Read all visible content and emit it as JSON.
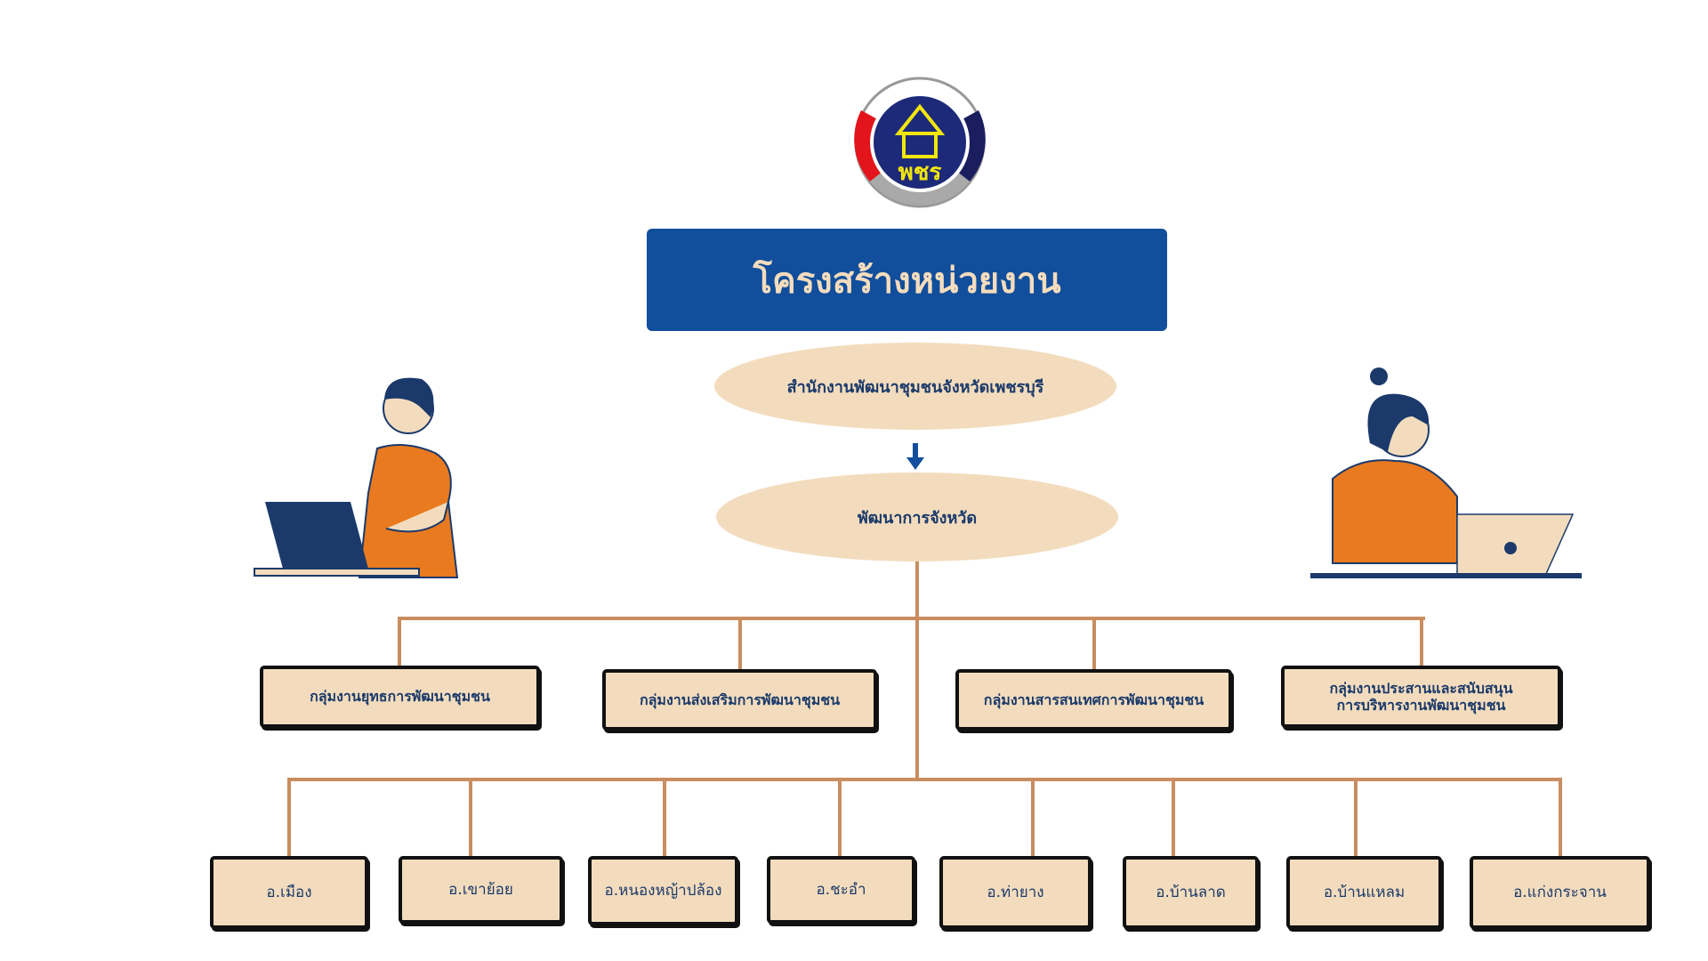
{
  "header": {
    "title": "โครงสร้างหน่วยงาน"
  },
  "nodes": {
    "office": "สำนักงานพัฒนาชุมชนจังหวัดเพชรบุรี",
    "head": "พัฒนาการจังหวัด"
  },
  "groups": [
    "กลุ่มงานยุทธการพัฒนาชุมชน",
    "กลุ่มงานส่งเสริมการพัฒนาชุมชน",
    "กลุ่มงานสารสนเทศการพัฒนาชุมชน",
    "กลุ่มงานประสานและสนับสนุน\nการบริหารงานพัฒนาชุมชน"
  ],
  "districts": [
    "อ.เมือง",
    "อ.เขาย้อย",
    "อ.หนองหญ้าปล้อง",
    "อ.ชะอำ",
    "อ.ท่ายาง",
    "อ.บ้านลาด",
    "อ.บ้านแหลม",
    "อ.แก่งกระจาน"
  ],
  "logo": {
    "text": "พชร"
  },
  "colors": {
    "primary": "#114e9c",
    "beige": "#f3dcbd",
    "connector": "#c98d5f",
    "orange": "#e97a1f"
  }
}
